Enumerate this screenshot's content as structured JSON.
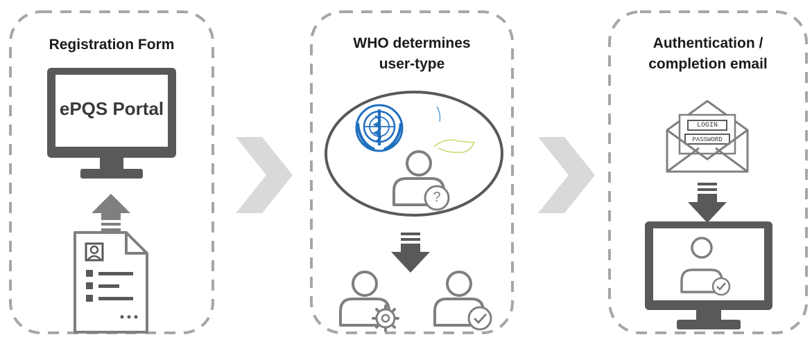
{
  "steps": [
    {
      "title": "Registration Form",
      "monitor_label": "ePQS Portal"
    },
    {
      "title_line1": "WHO determines",
      "title_line2": "user-type"
    },
    {
      "title_line1": "Authentication /",
      "title_line2": "completion email",
      "envelope_login": "LOGIN",
      "envelope_password": "PASSWORD"
    }
  ],
  "icons": {
    "help_badge": "?"
  },
  "colors": {
    "dash_border": "#a6a6a6",
    "chevron": "#d9d9d9",
    "dark_gray": "#595959",
    "mid_gray": "#7f7f7f",
    "who_blue": "#1f6fbf"
  }
}
